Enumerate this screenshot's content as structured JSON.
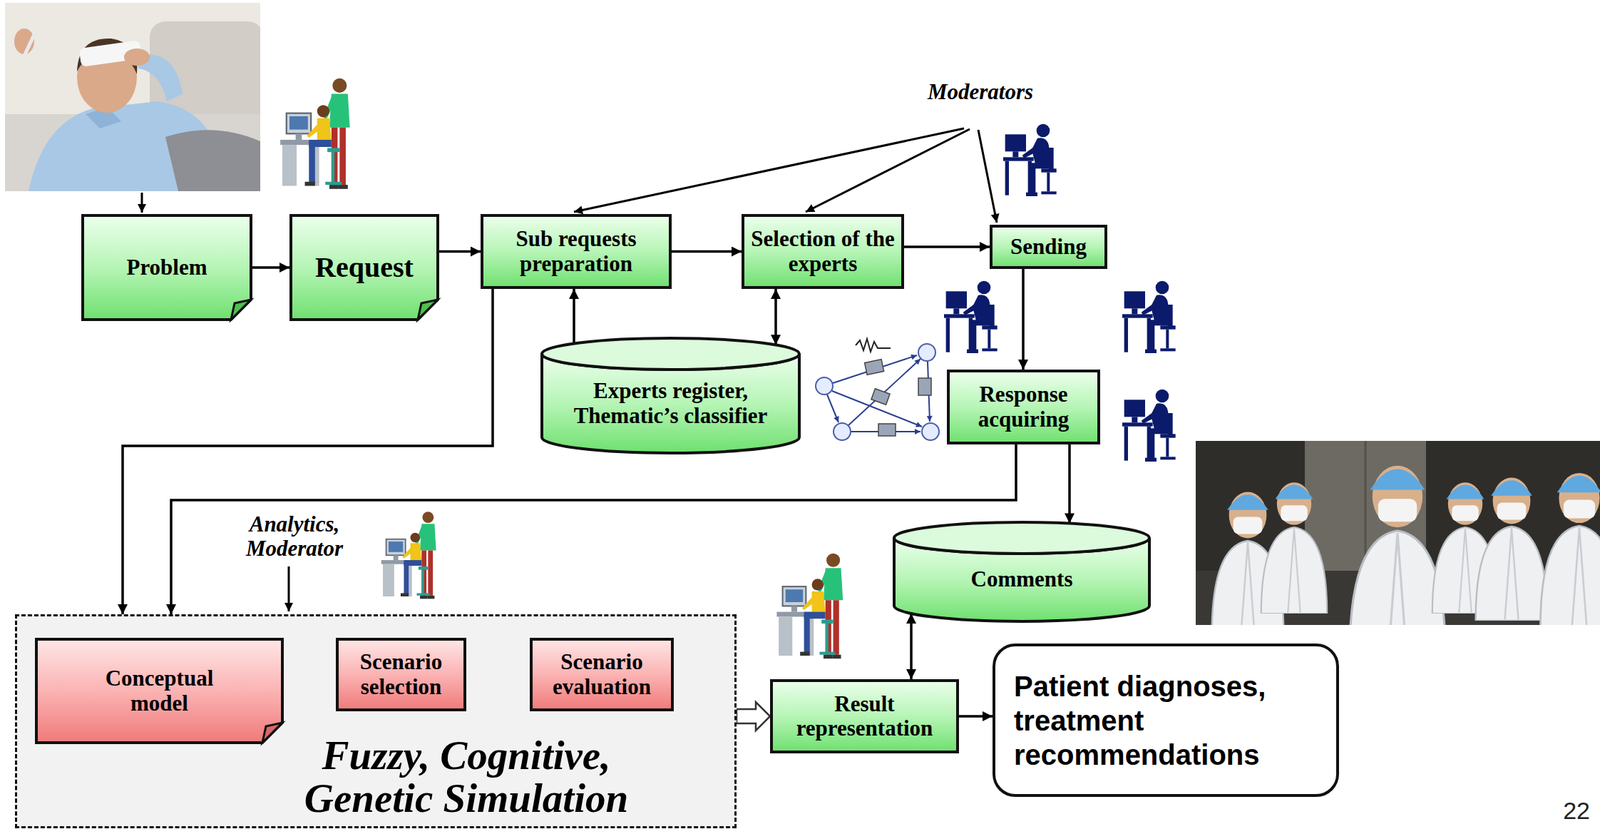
{
  "diagram": {
    "nodes": [
      {
        "text": [
          "Problem"
        ]
      },
      {
        "text": [
          "Request"
        ]
      },
      {
        "text": [
          "Sub requests preparation"
        ]
      },
      {
        "text": [
          "Selection of the experts"
        ]
      },
      {
        "text": [
          "Sending"
        ]
      },
      {
        "text": [
          "Experts register, Thematic’s classifier"
        ]
      },
      {
        "text": [
          "Response acquiring"
        ]
      },
      {
        "text": [
          "Comments"
        ]
      },
      {
        "text": [
          "Fuzzy, Cognitive, Genetic Simulation"
        ]
      },
      {
        "text": [
          "Conceptual model"
        ],
        "in": 8
      },
      {
        "text": [
          "Scenario selection"
        ],
        "in": 8
      },
      {
        "text": [
          "Scenario evaluation"
        ],
        "in": 8
      },
      {
        "text": [
          "Result representation"
        ]
      },
      {
        "text": [
          "Patient diagnoses, treatment recommendations"
        ]
      }
    ],
    "edges": [
      {
        "from": 0,
        "to": 1,
        "arrow": "to"
      },
      {
        "from": 1,
        "to": 2,
        "arrow": "to"
      },
      {
        "from": 2,
        "to": 3,
        "arrow": "to"
      },
      {
        "from": 3,
        "to": 4,
        "arrow": "to"
      },
      {
        "from": 5,
        "to": 2,
        "arrow": "to"
      },
      {
        "from": 5,
        "to": 3,
        "arrow": "both"
      },
      {
        "from": 4,
        "to": 6,
        "arrow": "to"
      },
      {
        "from": 6,
        "to": 7,
        "arrow": "to"
      },
      {
        "from": 2,
        "to": 8,
        "arrow": "to"
      },
      {
        "from": 6,
        "to": 8,
        "arrow": "to"
      },
      {
        "from": 9,
        "to": 10,
        "arrow": "to"
      },
      {
        "from": 10,
        "to": 11,
        "arrow": "to"
      },
      {
        "from": 8,
        "to": 12,
        "arrow": "to"
      },
      {
        "from": 7,
        "to": 12,
        "arrow": "both"
      },
      {
        "from": 12,
        "to": 13,
        "arrow": "to"
      }
    ],
    "labels": [
      "Moderators",
      "Analytics, Moderator",
      "22"
    ]
  }
}
